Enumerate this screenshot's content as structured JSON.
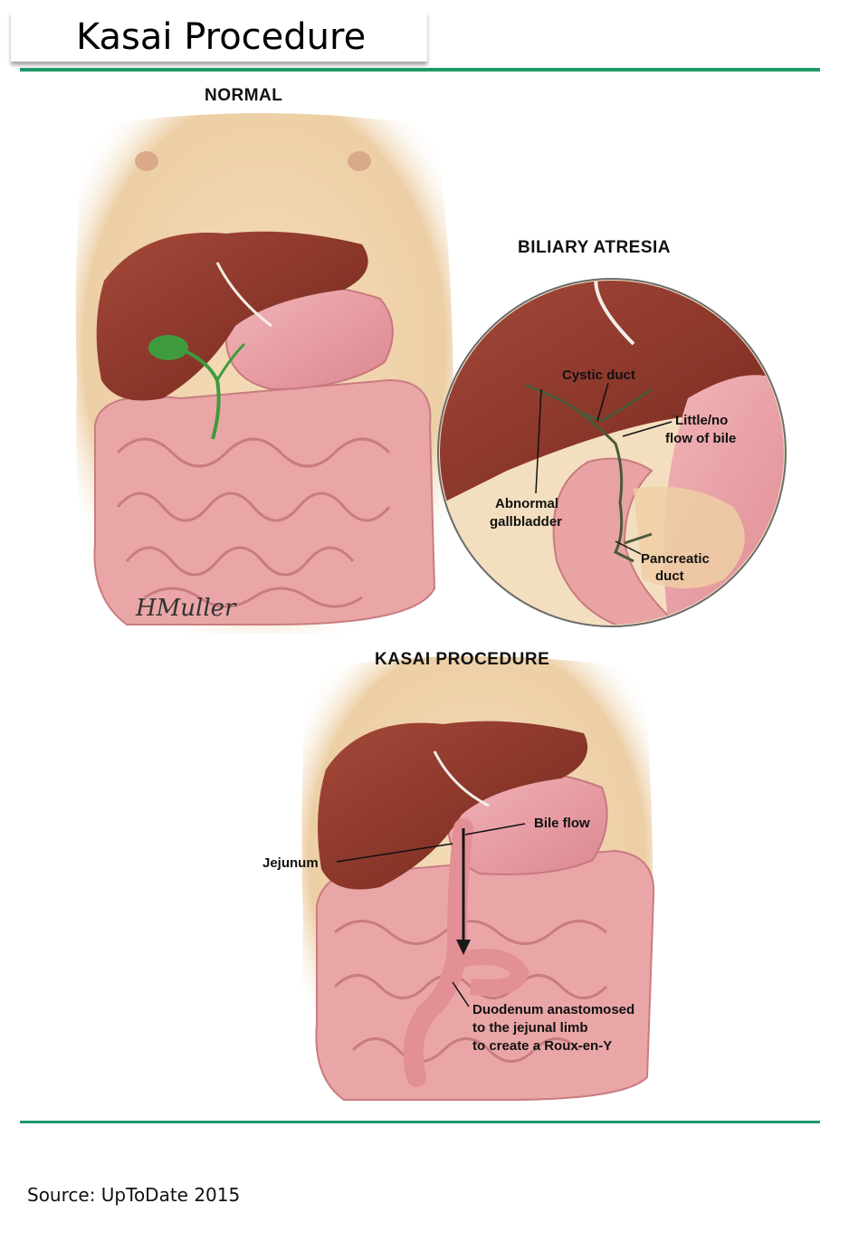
{
  "slide": {
    "title": "Kasai Procedure",
    "source": "Source: UpToDate 2015"
  },
  "figure": {
    "normal_heading": "NORMAL",
    "biliary_heading": "BILIARY ATRESIA",
    "kasai_heading": "KASAI PROCEDURE",
    "artist_signature": "HMuller",
    "biliary_labels": {
      "cystic_duct": "Cystic duct",
      "little_flow_1": "Little/no",
      "little_flow_2": "flow of bile",
      "abnormal_1": "Abnormal",
      "abnormal_2": "gallbladder",
      "pancreatic_1": "Pancreatic",
      "pancreatic_2": "duct"
    },
    "kasai_labels": {
      "bile_flow": "Bile flow",
      "jejunum": "Jejunum",
      "duodenum_1": "Duodenum anastomosed",
      "duodenum_2": "to the jejunal limb",
      "duodenum_3": "to create a Roux-en-Y"
    }
  },
  "colors": {
    "accent_rule": "#1f9a6a",
    "skin": "#f1d5ad",
    "liver": "#8e3527",
    "intestine": "#e9a3a5",
    "stomach": "#e6959c",
    "gallbladder": "#3e9b3e"
  }
}
